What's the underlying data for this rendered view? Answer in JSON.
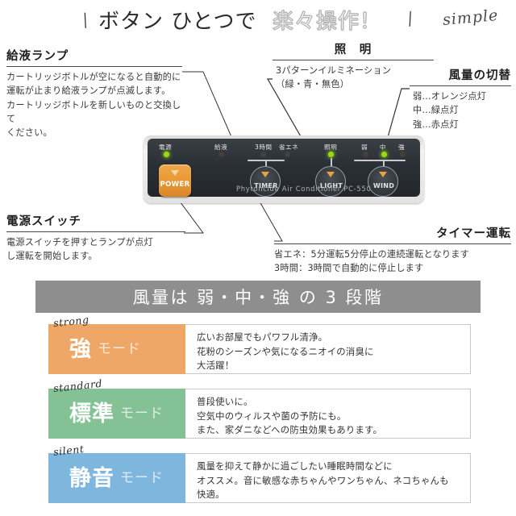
{
  "header": {
    "slash_left": "\\",
    "text_dark": "ボタン ひとつで",
    "text_outline": "楽々操作！",
    "slash_right": "/",
    "script_word": "simple"
  },
  "callouts": {
    "supply_lamp": {
      "title": "給液ランプ",
      "body": "カートリッジボトルが空になると自動的に\n運転が止まり給液ランプが点滅します。\nカートリッジボトルを新しいものと交換して\nください。"
    },
    "lighting": {
      "title": "照　明",
      "body": "3パターンイルミネーション\n（緑・青・無色）"
    },
    "wind_switch": {
      "title": "風量の切替",
      "body": "弱…オレンジ点灯\n中…緑点灯\n強…赤点灯"
    },
    "power_switch": {
      "title": "電源スイッチ",
      "body": "電源スイッチを押すとランプが点灯\nし運転を開始します。"
    },
    "timer": {
      "title": "タイマー運転",
      "body": "省エネ：5分運転5分停止の連続運転となります\n3時間：3時間で自動的に停止します"
    }
  },
  "device": {
    "model_text": "Phytoncide Air Conditioner PC-550",
    "labels": {
      "power": "電源",
      "supply": "給液",
      "three_hour": "3時間",
      "eco": "省エネ",
      "light": "照明",
      "weak": "弱",
      "medium": "中",
      "strong": "強"
    },
    "buttons": {
      "power": "POWER",
      "timer": "TIMER",
      "light": "LIGHT",
      "wind": "WIND"
    }
  },
  "band": {
    "text": "風量は 弱・中・強 の 3 段階"
  },
  "modes": [
    {
      "en": "strong",
      "jp": "強",
      "suffix": "モード",
      "color": "#eea766",
      "desc": "広いお部屋でもパワフル清浄。\n花粉のシーズンや気になるニオイの消臭に\n大活躍！"
    },
    {
      "en": "standard",
      "jp": "標準",
      "suffix": "モード",
      "color": "#84c295",
      "desc": "普段使いに。\n空気中のウィルスや菌の予防にも。\nまた、家ダニなどへの防虫効果もあります。"
    },
    {
      "en": "silent",
      "jp": "静音",
      "suffix": "モード",
      "color": "#7eb6de",
      "desc": "風量を抑えて静かに過ごしたい睡眠時間などに\nオススメ。音に敏感な赤ちゃんやワンちゃん、ネコちゃんも\n快適。"
    }
  ]
}
